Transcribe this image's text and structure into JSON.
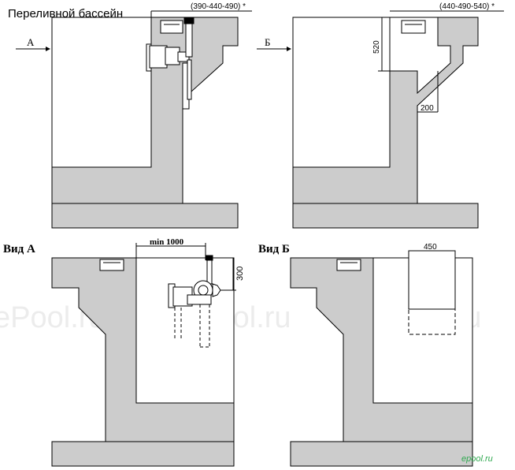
{
  "title": "Переливной бассейн",
  "watermark": "ePool.ru",
  "logo": "epool.ru",
  "colors": {
    "concrete": "#cccccc",
    "outline": "#000000",
    "watermark": "#ececec",
    "logo": "#2fa84f"
  },
  "section_a": {
    "marker": "А",
    "dim_top": "(390-440-490) *"
  },
  "section_b": {
    "marker": "Б",
    "dim_top": "(440-490-540) *",
    "dim_vertical": "520",
    "dim_diag": "200"
  },
  "view_a": {
    "label": "Вид А",
    "dim_width": "min 1000",
    "dim_height": "300"
  },
  "view_b": {
    "label": "Вид Б",
    "dim_width": "450"
  }
}
